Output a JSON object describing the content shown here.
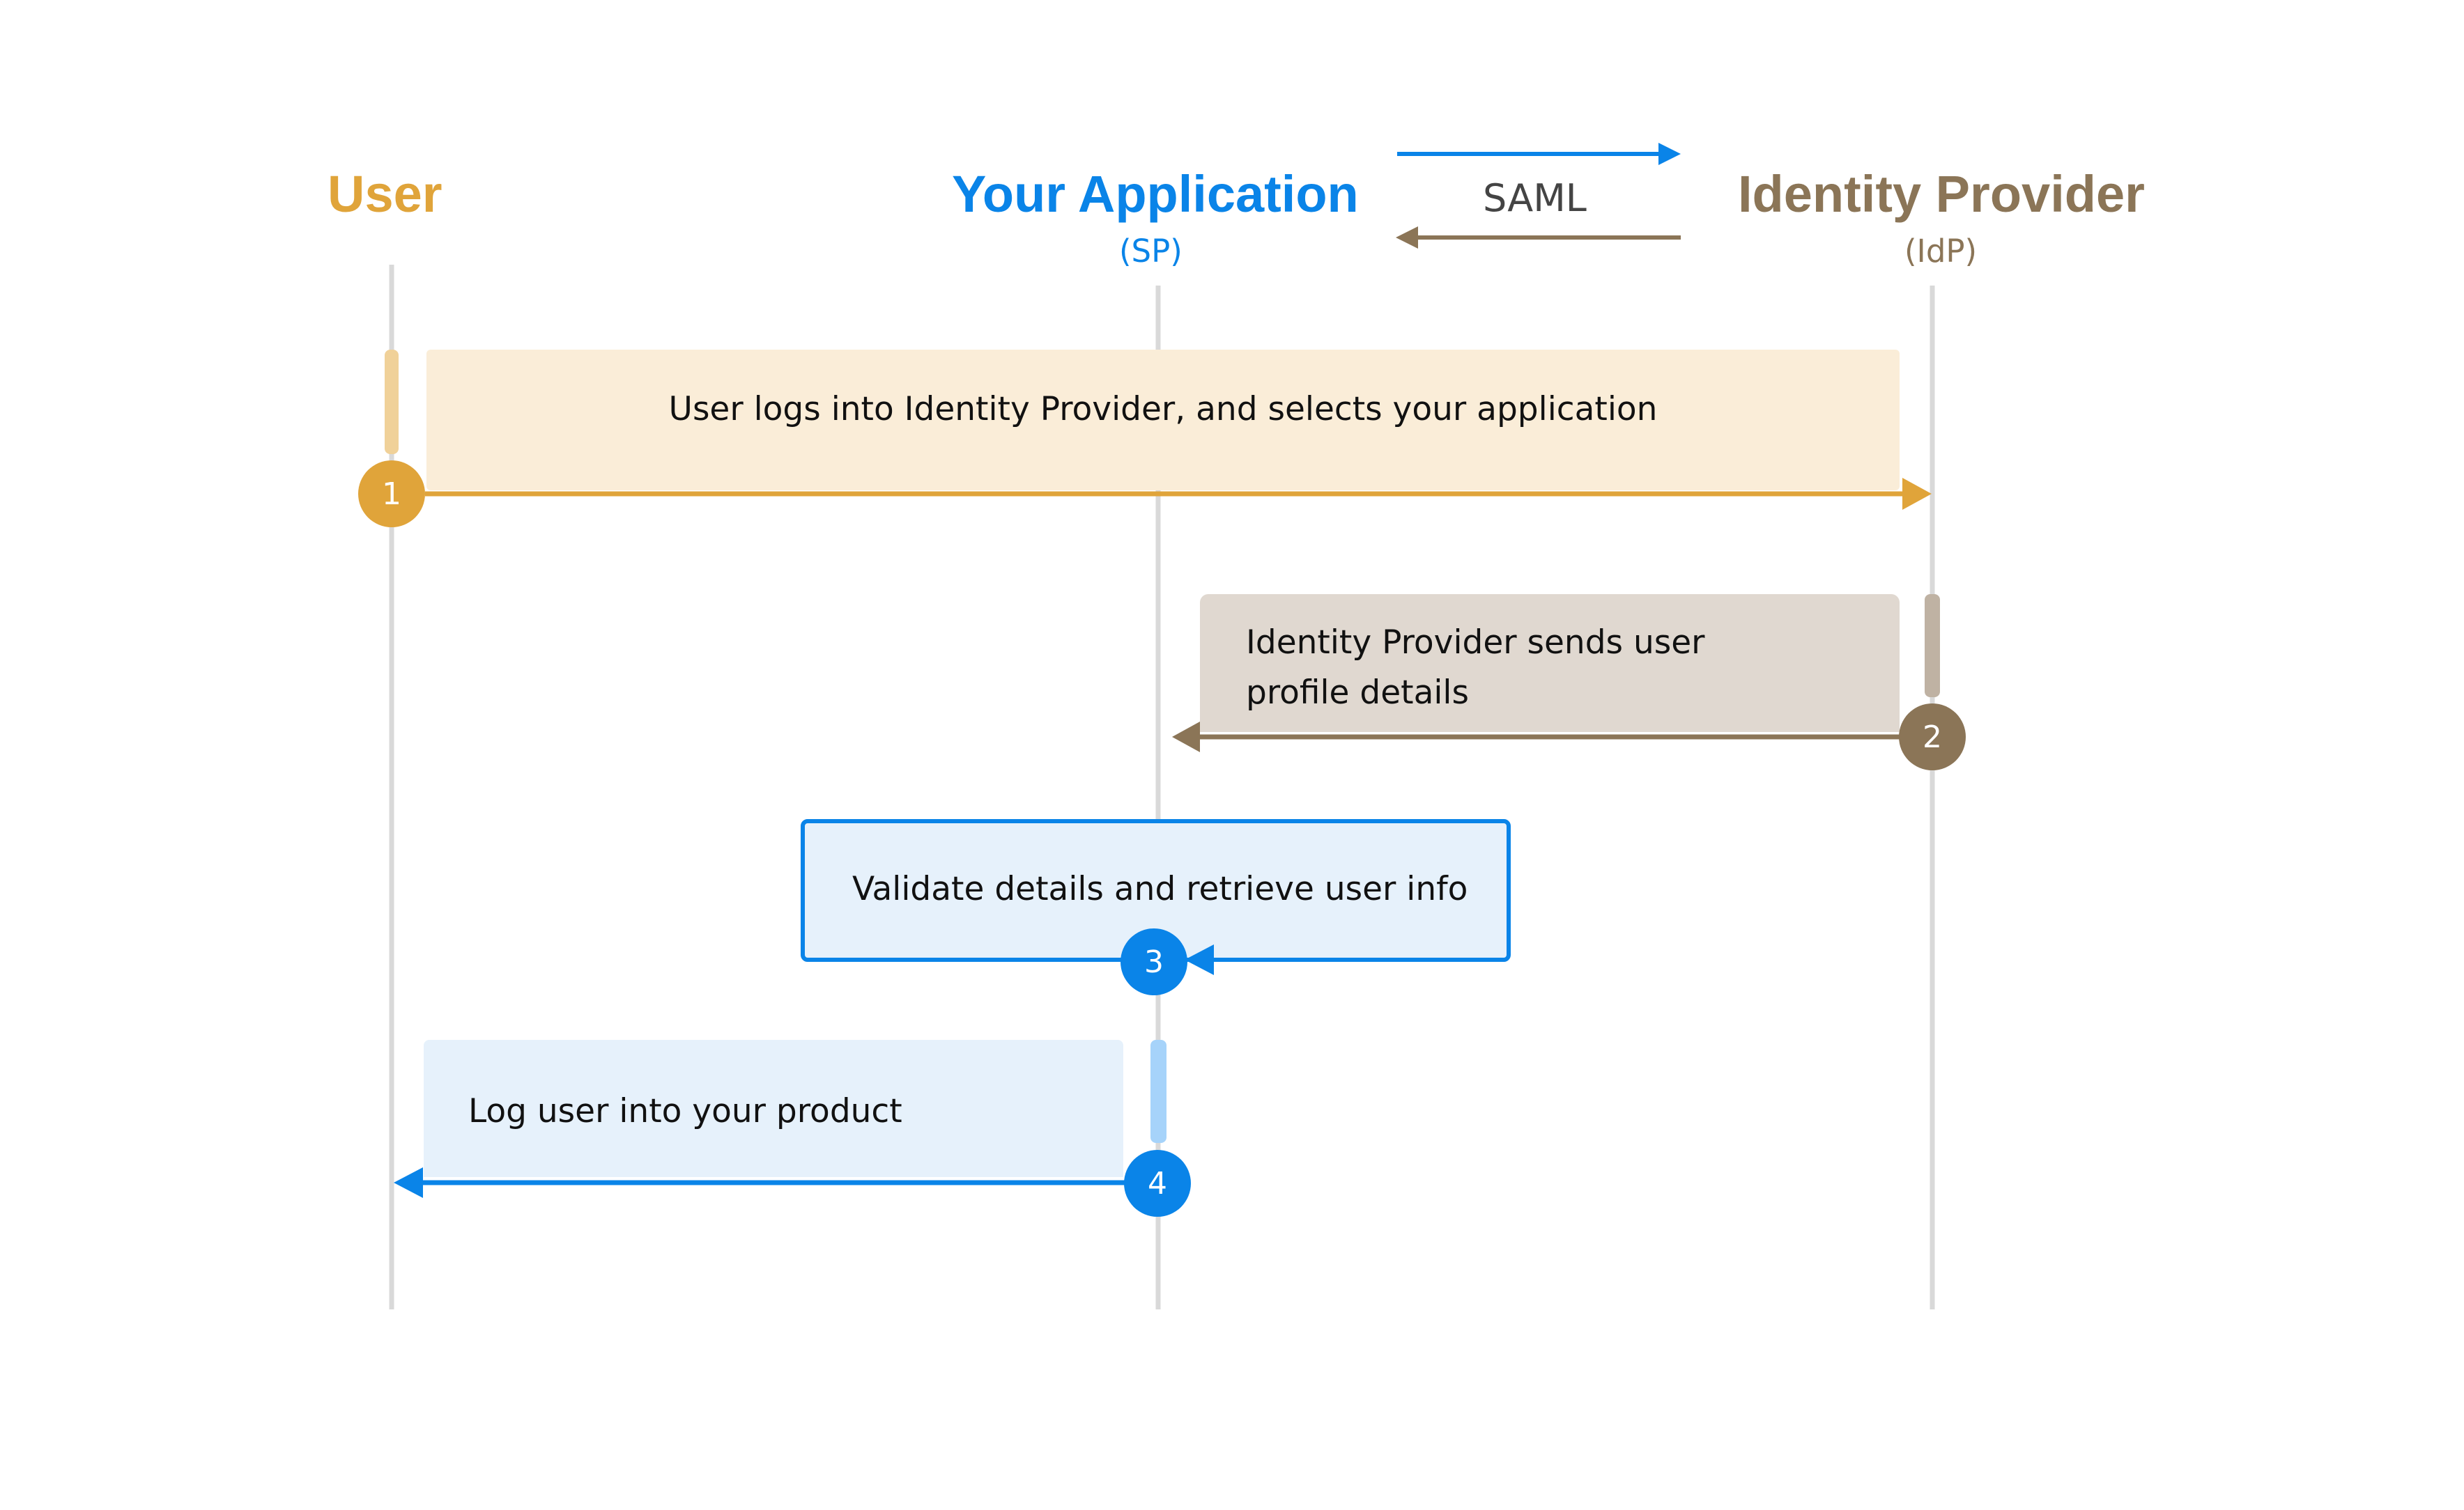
{
  "participants": [
    {
      "id": "user",
      "name": "User",
      "sub": "",
      "color": "#E0A43A"
    },
    {
      "id": "sp",
      "name": "Your Application",
      "sub": "(SP)",
      "color": "#0A84E8"
    },
    {
      "id": "idp",
      "name": "Identity Provider",
      "sub": "(IdP)",
      "color": "#8B7557"
    }
  ],
  "protocol": {
    "label": "SAML",
    "forward_color": "#0A84E8",
    "back_color": "#8B7557"
  },
  "steps": [
    {
      "number": "1",
      "text": "User logs into Identity Provider, and selects your application",
      "from": "user",
      "to": "idp"
    },
    {
      "number": "2",
      "text": "Identity Provider sends user profile details",
      "from": "idp",
      "to": "sp"
    },
    {
      "number": "3",
      "text": "Validate details and retrieve user info",
      "from": "sp",
      "to": "sp"
    },
    {
      "number": "4",
      "text": "Log user into your product",
      "from": "sp",
      "to": "user"
    }
  ],
  "colors": {
    "lifeline": "#D9D9D9",
    "user_box": "#FAEDD8",
    "idp_box": "#E0D8D0",
    "sp_box": "#E6F1FB",
    "sp_box_border": "#0A84E8"
  }
}
